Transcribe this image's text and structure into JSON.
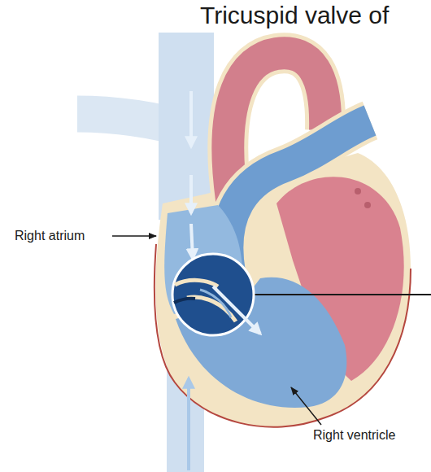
{
  "diagram": {
    "title": "Tricuspid valve of",
    "labels": [
      "Right atrium",
      "Right ventricle"
    ]
  }
}
